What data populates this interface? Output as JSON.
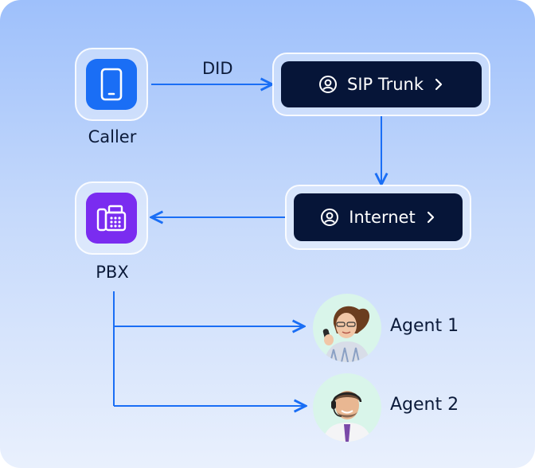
{
  "nodes": {
    "caller": {
      "label": "Caller",
      "icon": "smartphone-icon",
      "color": "#1a6ef5"
    },
    "pbx": {
      "label": "PBX",
      "icon": "desk-phone-icon",
      "color": "#7a2cf0"
    },
    "sip_trunk": {
      "label": "SIP Trunk",
      "icon": "user-circle-icon",
      "chevron": "chevron-right-icon"
    },
    "internet": {
      "label": "Internet",
      "icon": "user-circle-icon",
      "chevron": "chevron-right-icon"
    },
    "agent1": {
      "label": "Agent 1",
      "icon": "agent-photo"
    },
    "agent2": {
      "label": "Agent 2",
      "icon": "agent-photo"
    }
  },
  "edges": [
    {
      "from": "caller",
      "to": "sip_trunk",
      "label": "DID"
    },
    {
      "from": "sip_trunk",
      "to": "internet",
      "label": ""
    },
    {
      "from": "internet",
      "to": "pbx",
      "label": ""
    },
    {
      "from": "pbx",
      "to": "agent1",
      "label": ""
    },
    {
      "from": "pbx",
      "to": "agent2",
      "label": ""
    }
  ],
  "colors": {
    "arrow": "#1a6ef5",
    "pill": "#061538",
    "text": "#0c1b3a"
  }
}
